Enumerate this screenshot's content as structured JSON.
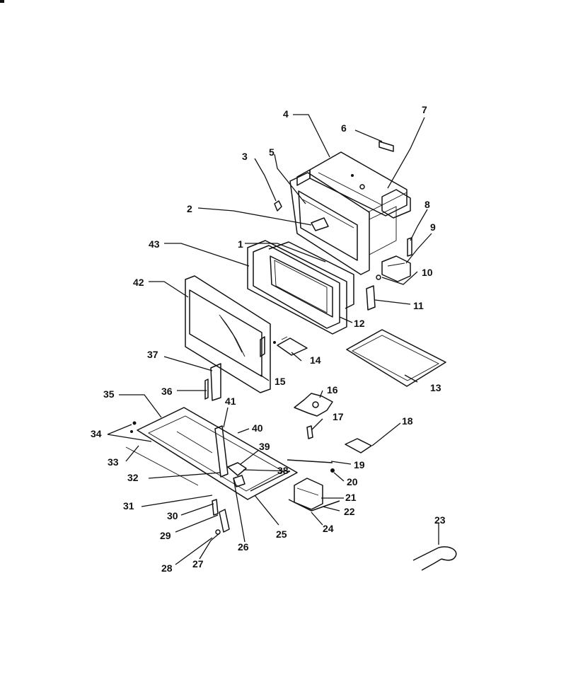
{
  "labels": {
    "1": "1",
    "2": "2",
    "3": "3",
    "4": "4",
    "5": "5",
    "6": "6",
    "7": "7",
    "8": "8",
    "9": "9",
    "10": "10",
    "11": "11",
    "12": "12",
    "13": "13",
    "14": "14",
    "15": "15",
    "16": "16",
    "17": "17",
    "18": "18",
    "19": "19",
    "20": "20",
    "21": "21",
    "22": "22",
    "23": "23",
    "24": "24",
    "25": "25",
    "26": "26",
    "27": "27",
    "28": "28",
    "29": "29",
    "30": "30",
    "31": "31",
    "32": "32",
    "33": "33",
    "34": "34",
    "35": "35",
    "36": "36",
    "37": "37",
    "38": "38",
    "39": "39",
    "40": "40",
    "41": "41",
    "42": "42",
    "43": "43"
  }
}
